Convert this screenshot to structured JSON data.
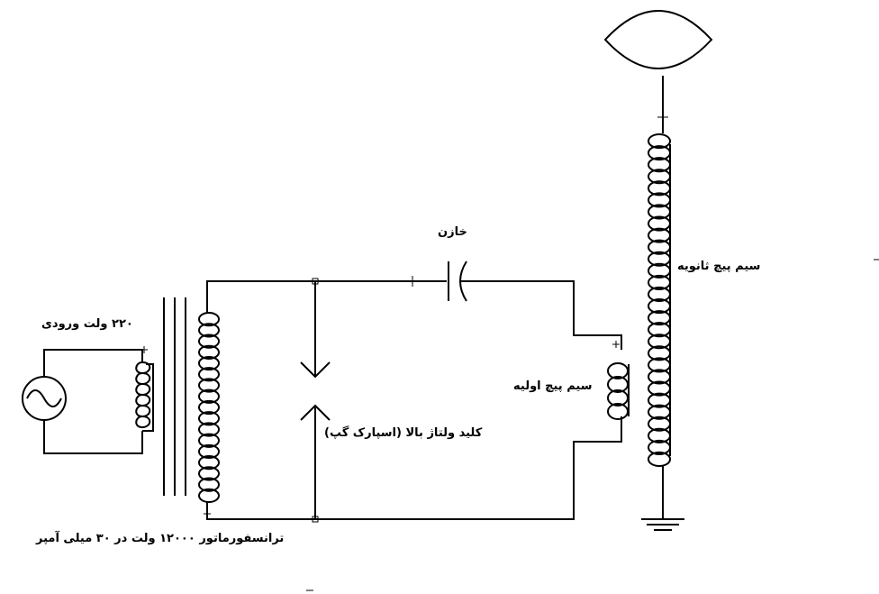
{
  "labels": {
    "input_voltage": "۲۲۰ ولت ورودی",
    "capacitor": "خازن",
    "secondary_coil": "سیم پیچ ثانویه",
    "primary_coil": "سیم پیچ اولیه",
    "spark_gap": "کلید ولتاژ بالا (اسپارک گپ)",
    "transformer": "ترانسفورماتور ۱۲۰۰۰ ولت در ۳۰ میلی آمپر"
  },
  "colors": {
    "ink": "#000000",
    "background": "#ffffff"
  },
  "icons": [
    "ac-source-icon",
    "transformer-icon",
    "spark-gap-icon",
    "capacitor-icon",
    "coil-icon",
    "ground-icon",
    "top-load-icon"
  ]
}
